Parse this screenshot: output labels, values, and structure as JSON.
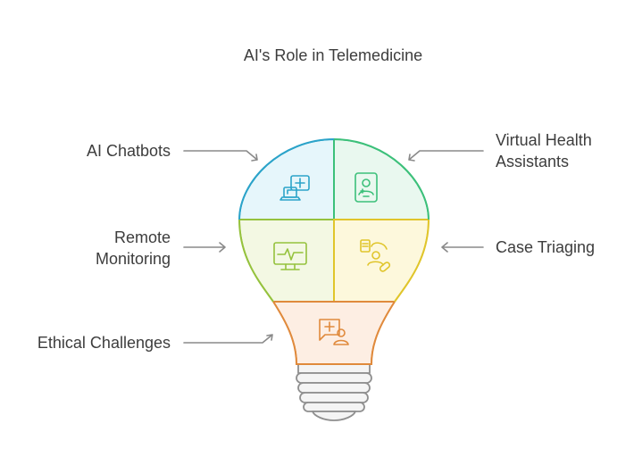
{
  "title": "AI's Role in Telemedicine",
  "segments": [
    {
      "id": "ai-chatbots",
      "lines": [
        "AI Chatbots"
      ],
      "icon": "chatbot-laptop-icon",
      "fill": "#e6f6fb",
      "stroke": "#2ba3c9"
    },
    {
      "id": "virtual-health-assistants",
      "lines": [
        "Virtual Health",
        "Assistants"
      ],
      "icon": "tablet-doctor-icon",
      "fill": "#e9f8ef",
      "stroke": "#3cc07a"
    },
    {
      "id": "remote-monitoring",
      "lines": [
        "Remote",
        "Monitoring"
      ],
      "icon": "heart-monitor-icon",
      "fill": "#f3f8e3",
      "stroke": "#95c23d"
    },
    {
      "id": "case-triaging",
      "lines": [
        "Case Triaging"
      ],
      "icon": "triage-patient-icon",
      "fill": "#fdf8dc",
      "stroke": "#e0c52b"
    },
    {
      "id": "ethical-challenges",
      "lines": [
        "Ethical Challenges"
      ],
      "icon": "medical-chat-icon",
      "fill": "#fdeee3",
      "stroke": "#e08a3c"
    }
  ],
  "colors": {
    "text": "#3d3d3d",
    "arrow": "#8a8a8a",
    "bulb_base_fill": "#f4f4f4",
    "bulb_base_stroke": "#8f8f8f"
  }
}
